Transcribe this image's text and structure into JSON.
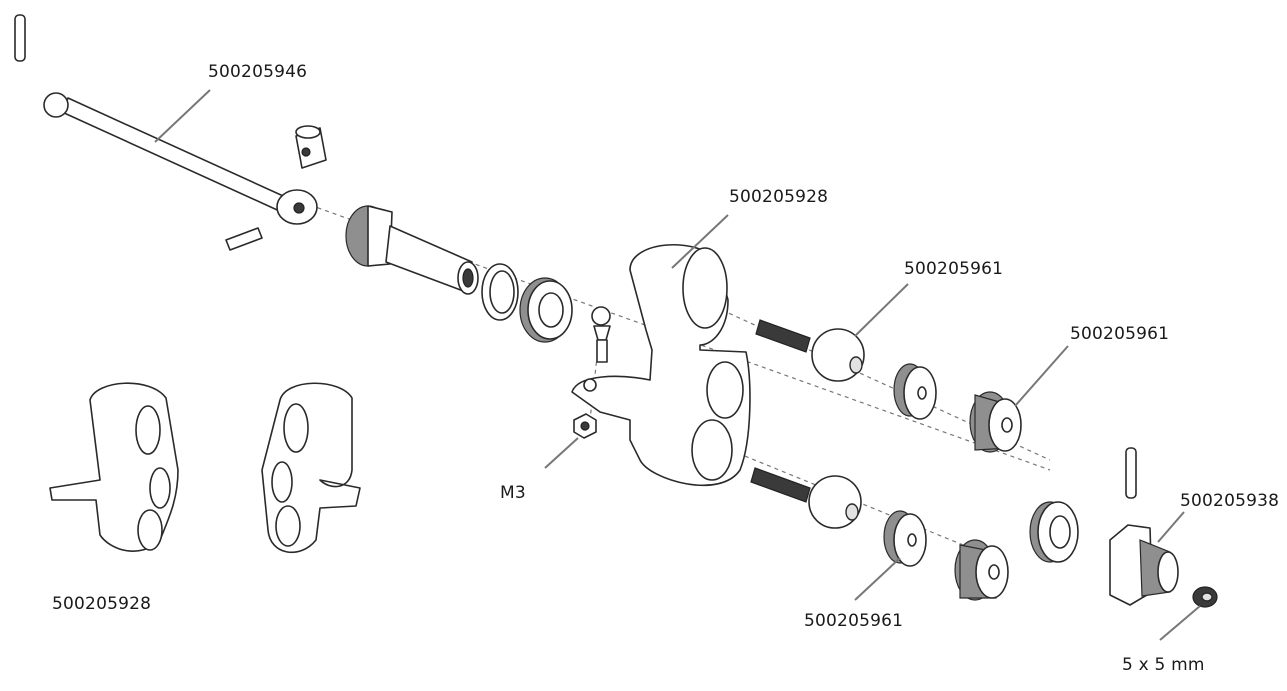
{
  "labels": {
    "driveshaft": "500205946",
    "knuckle_top": "500205928",
    "ball_stud_top": "500205961",
    "ball_stud_nut": "500205961",
    "ball_stud_bottom": "500205961",
    "nut": "M3",
    "hex_hub": "500205938",
    "set_screw": "5 x 5 mm",
    "knuckle_pair": "500205928"
  },
  "colors": {
    "line": "#2a2a2a",
    "shade": "#8f8f8f",
    "dark": "#3a3a3a",
    "leader": "#777777"
  }
}
